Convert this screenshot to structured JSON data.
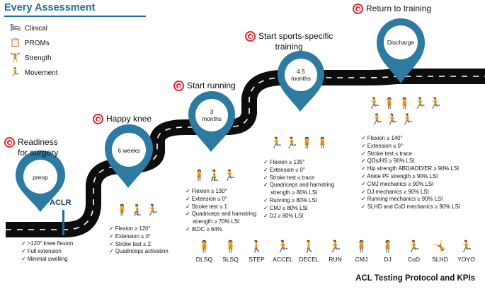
{
  "legend": {
    "title": "Every Assessment",
    "items": [
      {
        "label": "Clinical",
        "icon": "clinical-icon"
      },
      {
        "label": "PROMs",
        "icon": "proms-icon"
      },
      {
        "label": "Strength",
        "icon": "strength-icon"
      },
      {
        "label": "Movement",
        "icon": "movement-icon"
      }
    ]
  },
  "aclr_label": "ACLR",
  "milestones": [
    {
      "title_line1": "Readiness",
      "title_line2": "for surgery",
      "pin": "preop",
      "criteria": [
        ">120° knee flexion",
        "Full extension",
        "Minimal swelling"
      ]
    },
    {
      "title_line1": "Happy knee",
      "pin": "6 weeks",
      "criteria": [
        "Flexion ≥ 120°",
        "Extension ≤ 0°",
        "Stroke test ≤ 2",
        "Quadriceps activation"
      ]
    },
    {
      "title_line1": "Start running",
      "pin_line1": "3",
      "pin_line2": "months",
      "criteria": [
        "Flexion ≥ 130°",
        "Extension ≤ 0°",
        "Stroke test ≤ 1",
        "Quadriceps and hamstring",
        "strength ≥ 70% LSI",
        "IKDC ≥ 64%"
      ]
    },
    {
      "title_line1": "Start sports-specific",
      "title_line2": "training",
      "pin_line1": "4.5",
      "pin_line2": "months",
      "criteria": [
        "Flexion ≥ 135°",
        "Extension ≤ 0°",
        "Stroke test ≤ trace",
        "Quadriceps and hamstring",
        "strength ≥ 80% LSI",
        "Running ≥ 80% LSI",
        "CMJ ≥ 80% LSI",
        "DJ ≥ 80% LSI"
      ]
    },
    {
      "title_line1": "Return to training",
      "pin": "Discharge",
      "criteria": [
        "Flexion ≥ 140°",
        "Extension ≤ 0°",
        "Stroke test ≤ trace",
        "QDs/HS ≥ 90% LSI",
        "Hip strength ABD/ADD/ER ≥ 90% LSI",
        "Ankle PF strength ≥ 90% LSI",
        "CMJ mechanics ≥ 90% LSI",
        "DJ mechanics ≥ 90% LSI",
        "Running mechanics ≥ 90% LSI",
        "SLHD and CoD mechanics ≥ 90% LSI"
      ]
    }
  ],
  "tests": [
    "DLSQ",
    "SLSQ",
    "STEP",
    "ACCEL",
    "DECEL",
    "RUN",
    "CMJ",
    "DJ",
    "CoD",
    "SLHD",
    "YOYO"
  ],
  "footer": "ACL Testing Protocol and KPIs",
  "colors": {
    "accent": "#1c6d9c",
    "pin": "#2d7aa3",
    "target": "#d9282f",
    "road": "#0d0d0d"
  }
}
